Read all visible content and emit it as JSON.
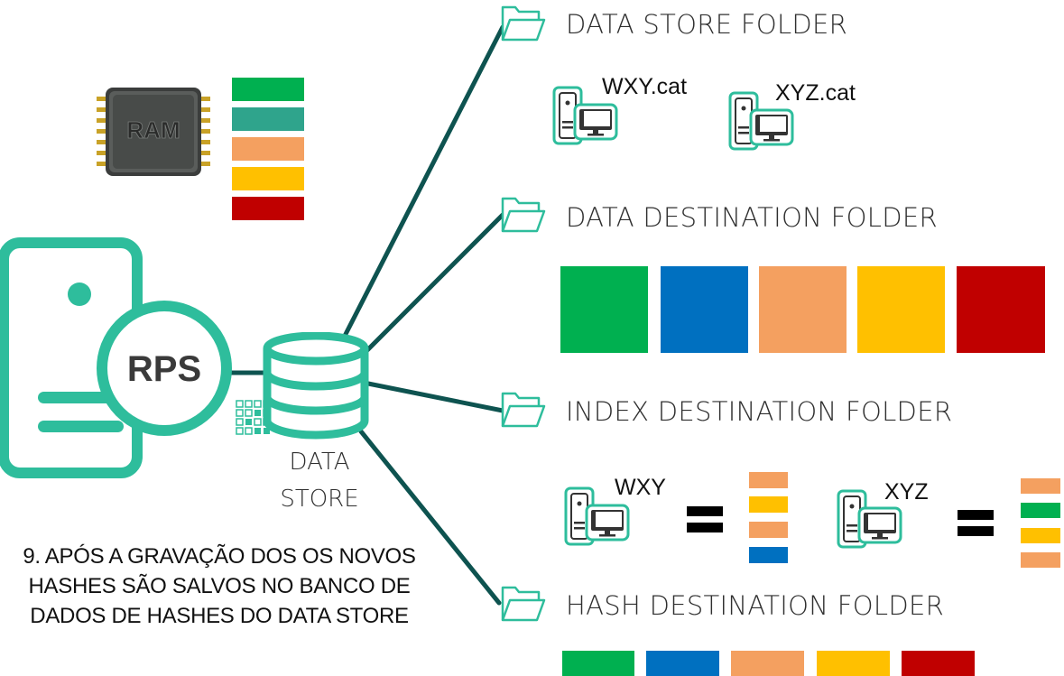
{
  "colors": {
    "teal": "#2ebd9c",
    "dark_teal_line": "#0e5350",
    "green": "#00b050",
    "sea_green": "#2fa48c",
    "blue": "#0070c0",
    "salmon": "#f4a060",
    "yellow": "#ffc000",
    "red": "#c00000"
  },
  "ram": {
    "chip_label": "RAM",
    "bars": [
      "green",
      "sea_green",
      "salmon",
      "yellow",
      "red"
    ]
  },
  "server": {
    "badge": "RPS"
  },
  "data_store": {
    "label_line1": "DATA",
    "label_line2": "STORE"
  },
  "folders": [
    {
      "label": "DATA STORE FOLDER",
      "icon": "folder-icon"
    },
    {
      "label": "DATA DESTINATION FOLDER",
      "icon": "folder-icon"
    },
    {
      "label": "INDEX DESTINATION FOLDER",
      "icon": "folder-icon"
    },
    {
      "label": "HASH DESTINATION FOLDER",
      "icon": "folder-icon"
    }
  ],
  "data_store_files": [
    {
      "name": "WXY.cat",
      "icon": "computer-icon"
    },
    {
      "name": "XYZ.cat",
      "icon": "computer-icon"
    }
  ],
  "data_destination_blocks": [
    "green",
    "blue",
    "salmon",
    "yellow",
    "red"
  ],
  "index_entries": [
    {
      "name": "WXY",
      "icon": "computer-icon",
      "blocks": [
        "salmon",
        "yellow",
        "salmon",
        "blue"
      ]
    },
    {
      "name": "XYZ",
      "icon": "computer-icon",
      "blocks": [
        "salmon",
        "green",
        "yellow",
        "salmon"
      ]
    }
  ],
  "hash_destination_blocks": [
    "green",
    "blue",
    "salmon",
    "yellow",
    "red"
  ],
  "caption": {
    "line1": "9. APÓS A GRAVAÇÃO DOS OS NOVOS",
    "line2": "HASHES SÃO SALVOS NO BANCO DE",
    "line3": "DADOS DE HASHES DO DATA STORE"
  }
}
